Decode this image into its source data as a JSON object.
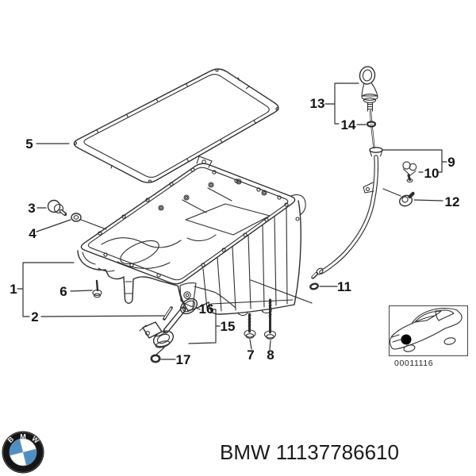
{
  "page": {
    "background": "#ffffff"
  },
  "colors": {
    "line_art": "#2f2f2f",
    "label_text": "#141414",
    "bmw_blue": "#4d8fc2",
    "logo_ring": "#151515"
  },
  "diagram": {
    "callouts": [
      "1",
      "2",
      "3",
      "4",
      "5",
      "6",
      "7",
      "8",
      "9",
      "10",
      "11",
      "12",
      "13",
      "14",
      "15",
      "16",
      "17"
    ],
    "car_box": {
      "code": "00011116"
    }
  },
  "footer": {
    "part_text": "BMW 11137786610",
    "logo_letters": {
      "b": "B",
      "m": "M",
      "w": "W"
    }
  }
}
